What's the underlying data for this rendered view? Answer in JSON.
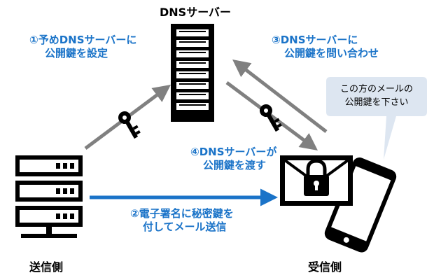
{
  "title": "DNSサーバー",
  "steps": {
    "step1": {
      "line1": "①予めDNSサーバーに",
      "line2": "公開鍵を設定"
    },
    "step2": {
      "line1": "②電子署名に秘密鍵を",
      "line2": "付してメール送信"
    },
    "step3": {
      "line1": "③DNSサーバーに",
      "line2": "公開鍵を問い合わせ"
    },
    "step4": {
      "line1": "④DNSサーバーが",
      "line2": "公開鍵を渡す"
    }
  },
  "bubble": {
    "line1": "この方のメールの",
    "line2": "公開鍵を下さい"
  },
  "sender_label": "送信側",
  "receiver_label": "受信側",
  "icons": {
    "dns_server": "server-rack-icon",
    "sender": "server-stack-icon",
    "receiver_mail": "locked-envelope-icon",
    "receiver_phone": "smartphone-icon",
    "key": "key-icon"
  },
  "colors": {
    "label_blue": "#1a73c8",
    "arrow_blue": "#1a73c8",
    "arrow_gray": "#808080",
    "bubble_fill": "#dde6f1",
    "icon_black": "#000000"
  }
}
